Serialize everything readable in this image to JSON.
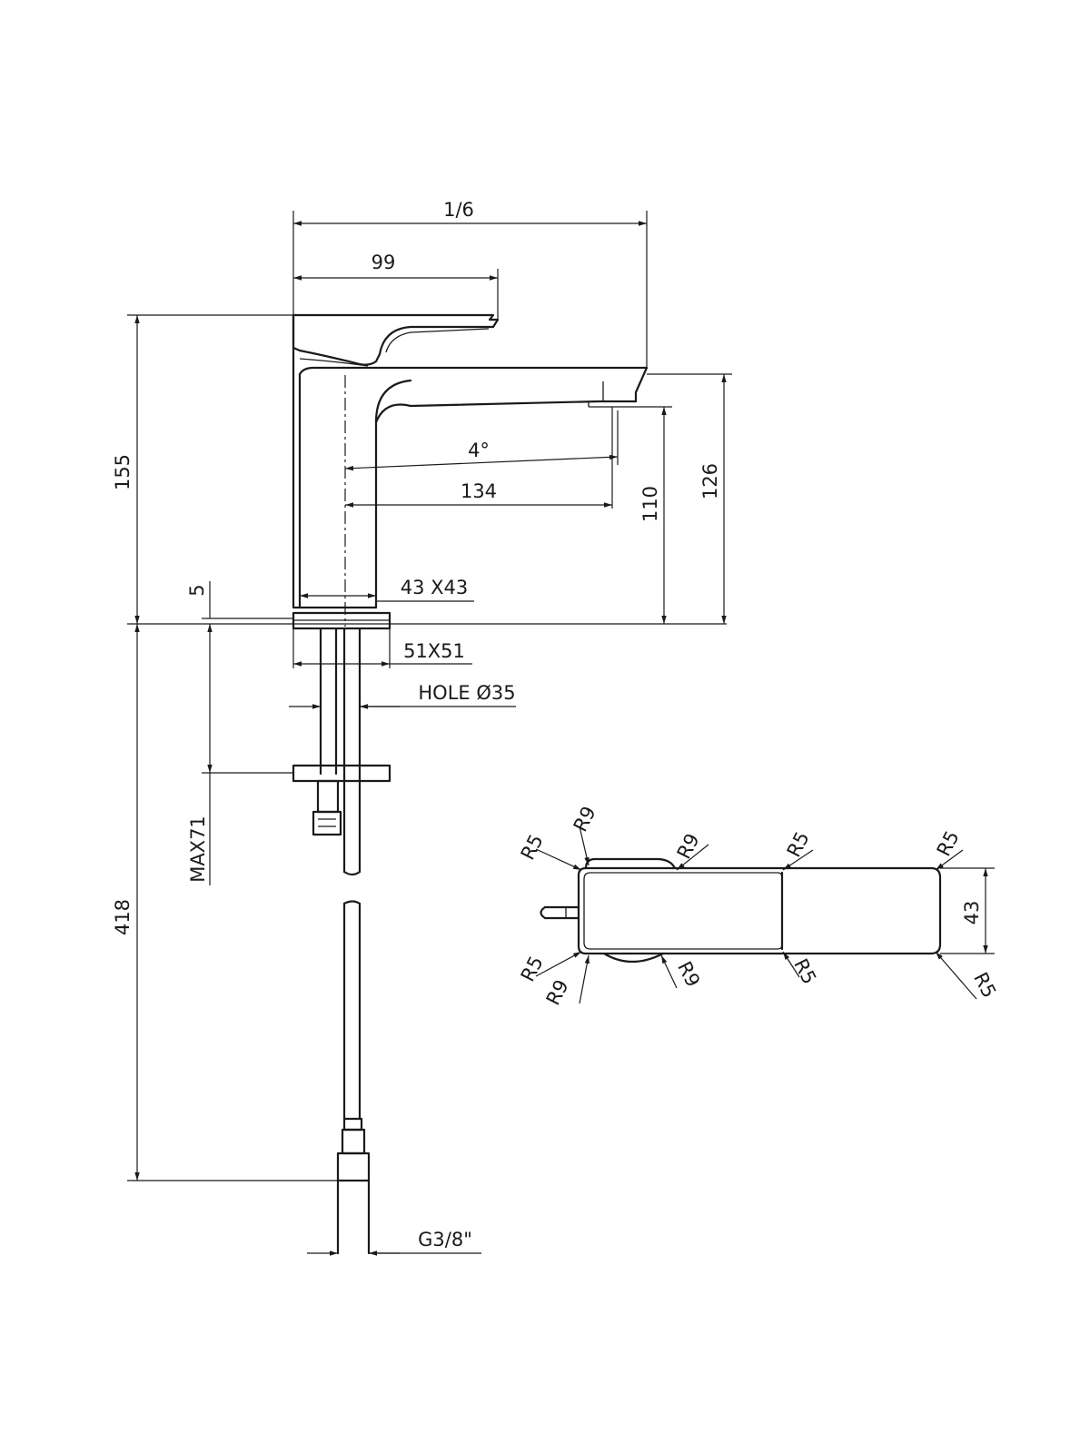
{
  "labels": {
    "overall_width": "1/6",
    "handle_length": "99",
    "total_height": "155",
    "angle": "4°",
    "spout_reach": "134",
    "outlet_height": "110",
    "spout_top_height": "126",
    "base_thickness": "5",
    "body_section": "43 X43",
    "plate_section": "51X51",
    "hole": "HOLE Ø35",
    "max_deck": "MAX71",
    "hose_length": "418",
    "connection": "G3/8\"",
    "plan_width": "43",
    "radius_r5": "R5",
    "radius_r9": "R9"
  }
}
